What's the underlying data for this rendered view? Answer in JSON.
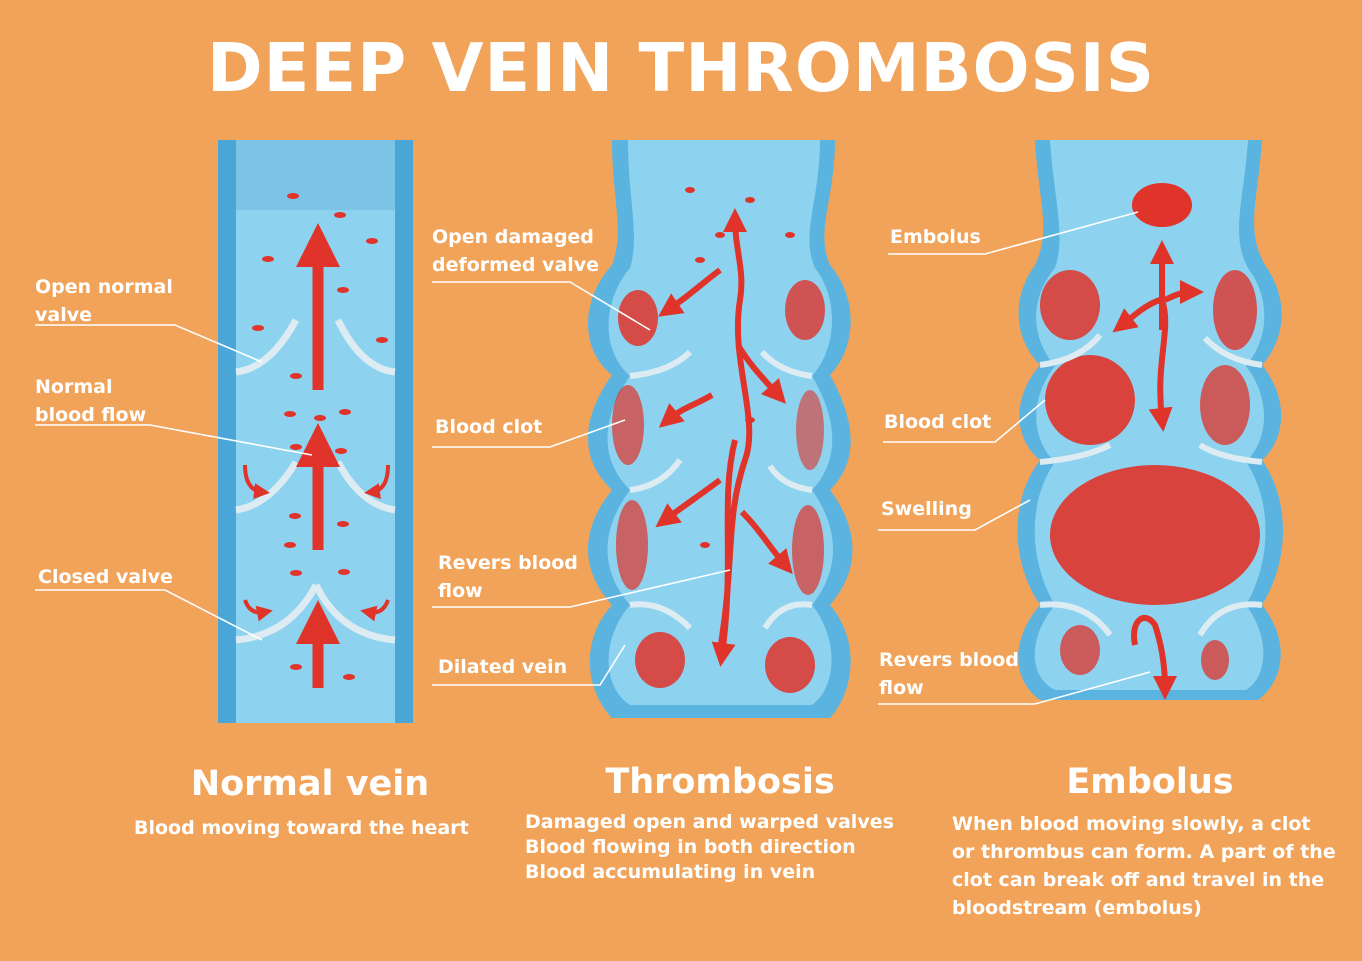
{
  "title": "DEEP VEIN THROMBOSIS",
  "colors": {
    "background": "#F2A35A",
    "vein": "#7DC9EB",
    "vein_wall": "#5BB3E0",
    "blood": "#E0332A",
    "valve": "#DDEBF2"
  },
  "panels": [
    {
      "heading": "Normal vein",
      "description": [
        "Blood moving toward the heart"
      ],
      "labels": [
        [
          "Open normal",
          "valve"
        ],
        [
          "Normal",
          "blood flow"
        ],
        [
          "Closed valve"
        ]
      ]
    },
    {
      "heading": "Thrombosis",
      "description": [
        "Damaged open and warped valves",
        "Blood flowing in both direction",
        "Blood accumulating in vein"
      ],
      "labels": [
        [
          "Open damaged",
          "deformed valve"
        ],
        [
          "Blood clot"
        ],
        [
          "Revers blood",
          "flow"
        ],
        [
          "Dilated vein"
        ]
      ]
    },
    {
      "heading": "Embolus",
      "description": [
        "When blood moving slowly, a clot",
        "or thrombus can form. A part of the",
        "clot can break off and travel in the",
        "bloodstream (embolus)"
      ],
      "labels": [
        [
          "Embolus"
        ],
        [
          "Blood clot"
        ],
        [
          "Swelling"
        ],
        [
          "Revers blood",
          "flow"
        ]
      ]
    }
  ]
}
